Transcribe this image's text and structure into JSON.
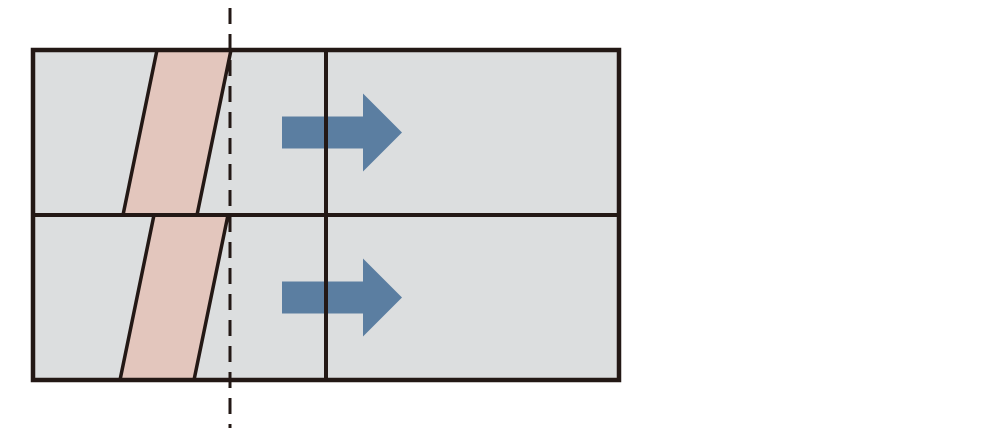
{
  "diagram": {
    "rows": [
      {
        "id": "top-row"
      },
      {
        "id": "bottom-row"
      }
    ],
    "colors": {
      "panel_fill": "#dcdedf",
      "border": "#231815",
      "slanted_strip": "#e3c6bd",
      "arrow": "#5b7ea1",
      "guide_line": "#231815",
      "background": "#ffffff"
    },
    "icons": {
      "arrow": "arrow-right-icon"
    },
    "guide_line_style": "dashed"
  }
}
